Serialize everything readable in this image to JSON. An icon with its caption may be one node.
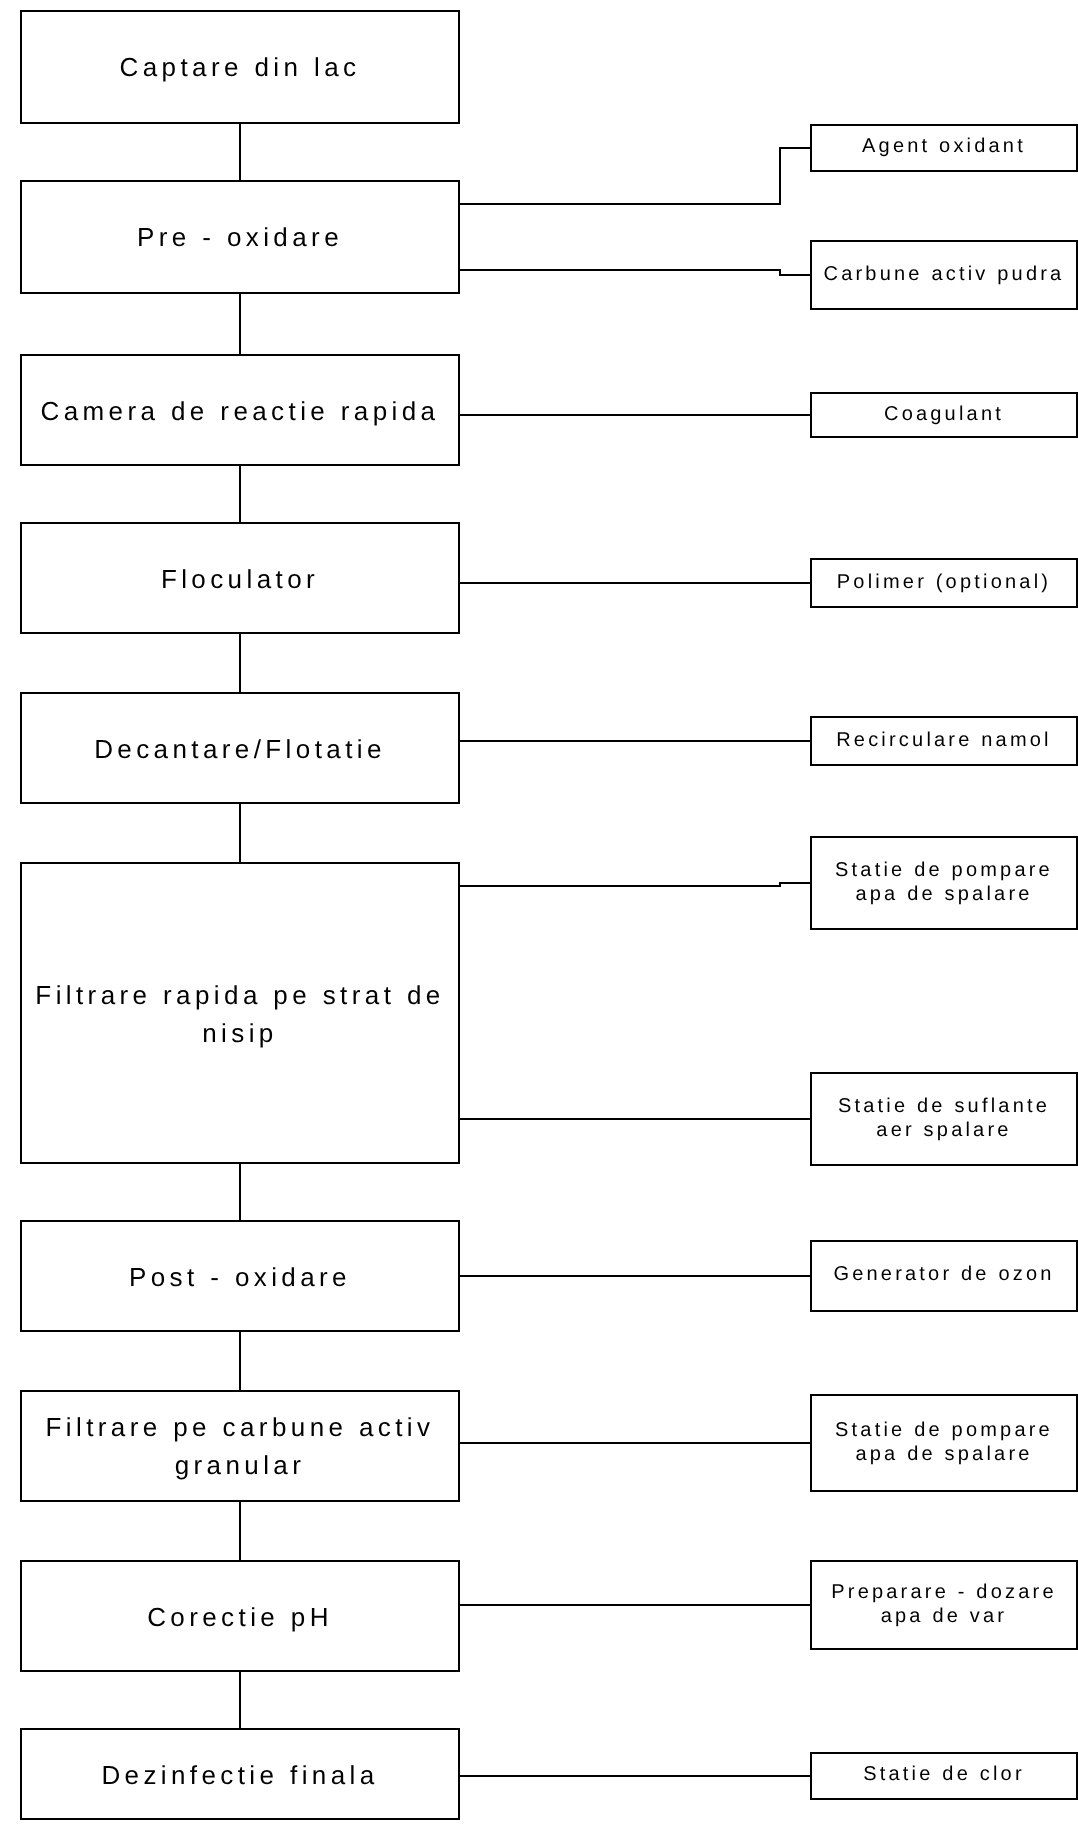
{
  "diagram": {
    "nodes": [
      {
        "text": [
          "Captare din lac"
        ]
      },
      {
        "text": [
          "Pre - oxidare"
        ]
      },
      {
        "text": [
          "Agent oxidant"
        ]
      },
      {
        "text": [
          "Carbune activ pudra"
        ]
      },
      {
        "text": [
          "Camera de reactie rapida"
        ]
      },
      {
        "text": [
          "Coagulant"
        ]
      },
      {
        "text": [
          "Floculator"
        ]
      },
      {
        "text": [
          "Polimer (optional)"
        ]
      },
      {
        "text": [
          "Decantare/Flotatie"
        ]
      },
      {
        "text": [
          "Recirculare namol"
        ]
      },
      {
        "text": [
          "Filtrare rapida pe strat de nisip"
        ]
      },
      {
        "text": [
          "Statie de pompare apa de spalare"
        ]
      },
      {
        "text": [
          "Statie de suflante aer spalare"
        ]
      },
      {
        "text": [
          "Post - oxidare"
        ]
      },
      {
        "text": [
          "Generator de ozon"
        ]
      },
      {
        "text": [
          "Filtrare pe carbune activ granular"
        ]
      },
      {
        "text": [
          "Statie de pompare apa de spalare"
        ]
      },
      {
        "text": [
          "Corectie pH"
        ]
      },
      {
        "text": [
          "Preparare - dozare apa de var"
        ]
      },
      {
        "text": [
          "Dezinfectie finala"
        ]
      },
      {
        "text": [
          "Statie de clor"
        ]
      }
    ],
    "edges": [
      {
        "from": 0,
        "to": 1,
        "arrow": "none"
      },
      {
        "from": 1,
        "to": 2,
        "arrow": "none"
      },
      {
        "from": 1,
        "to": 3,
        "arrow": "none"
      },
      {
        "from": 1,
        "to": 4,
        "arrow": "none"
      },
      {
        "from": 4,
        "to": 5,
        "arrow": "none"
      },
      {
        "from": 4,
        "to": 6,
        "arrow": "none"
      },
      {
        "from": 6,
        "to": 7,
        "arrow": "none"
      },
      {
        "from": 6,
        "to": 8,
        "arrow": "none"
      },
      {
        "from": 8,
        "to": 9,
        "arrow": "none"
      },
      {
        "from": 8,
        "to": 10,
        "arrow": "none"
      },
      {
        "from": 10,
        "to": 11,
        "arrow": "none"
      },
      {
        "from": 10,
        "to": 12,
        "arrow": "none"
      },
      {
        "from": 10,
        "to": 13,
        "arrow": "none"
      },
      {
        "from": 13,
        "to": 14,
        "arrow": "none"
      },
      {
        "from": 13,
        "to": 15,
        "arrow": "none"
      },
      {
        "from": 15,
        "to": 16,
        "arrow": "none"
      },
      {
        "from": 15,
        "to": 17,
        "arrow": "none"
      },
      {
        "from": 17,
        "to": 18,
        "arrow": "none"
      },
      {
        "from": 17,
        "to": 19,
        "arrow": "none"
      },
      {
        "from": 19,
        "to": 20,
        "arrow": "none"
      }
    ]
  }
}
